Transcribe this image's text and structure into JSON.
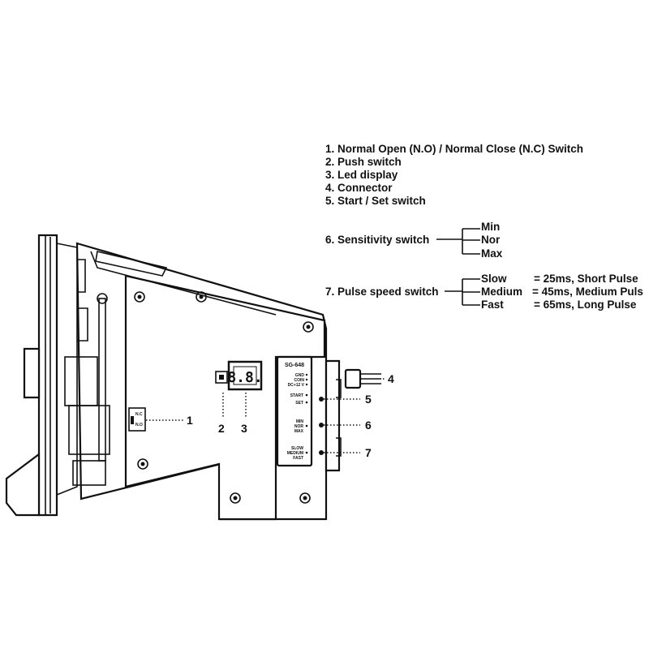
{
  "legend": {
    "items": [
      "1. Normal Open (N.O) / Normal Close (N.C) Switch",
      "2. Push switch",
      "3. Led display",
      "4. Connector",
      "5. Start / Set switch"
    ],
    "sensitivity": {
      "label": "6. Sensitivity switch",
      "options": [
        "Min",
        "Nor",
        "Max"
      ]
    },
    "pulse": {
      "label": "7. Pulse speed switch",
      "options": [
        {
          "name": "Slow",
          "desc": "= 25ms, Short Pulse"
        },
        {
          "name": "Medium",
          "desc": "= 45ms, Medium Puls"
        },
        {
          "name": "Fast",
          "desc": "= 65ms, Long Pulse"
        }
      ]
    }
  },
  "panel": {
    "model": "SG-648",
    "terminals": [
      "GND",
      "COIN",
      "DC+12 V"
    ],
    "start_label": "START",
    "set_label": "SET",
    "sensitivity_labels": [
      "MIN",
      "NOR",
      "MAX"
    ],
    "speed_labels": [
      "SLOW",
      "MEDIUM",
      "FAST"
    ],
    "nc_label": "N.C",
    "no_label": "N.O",
    "led_text": "8.8."
  },
  "callouts": [
    "1",
    "2",
    "3",
    "4",
    "5",
    "6",
    "7"
  ]
}
